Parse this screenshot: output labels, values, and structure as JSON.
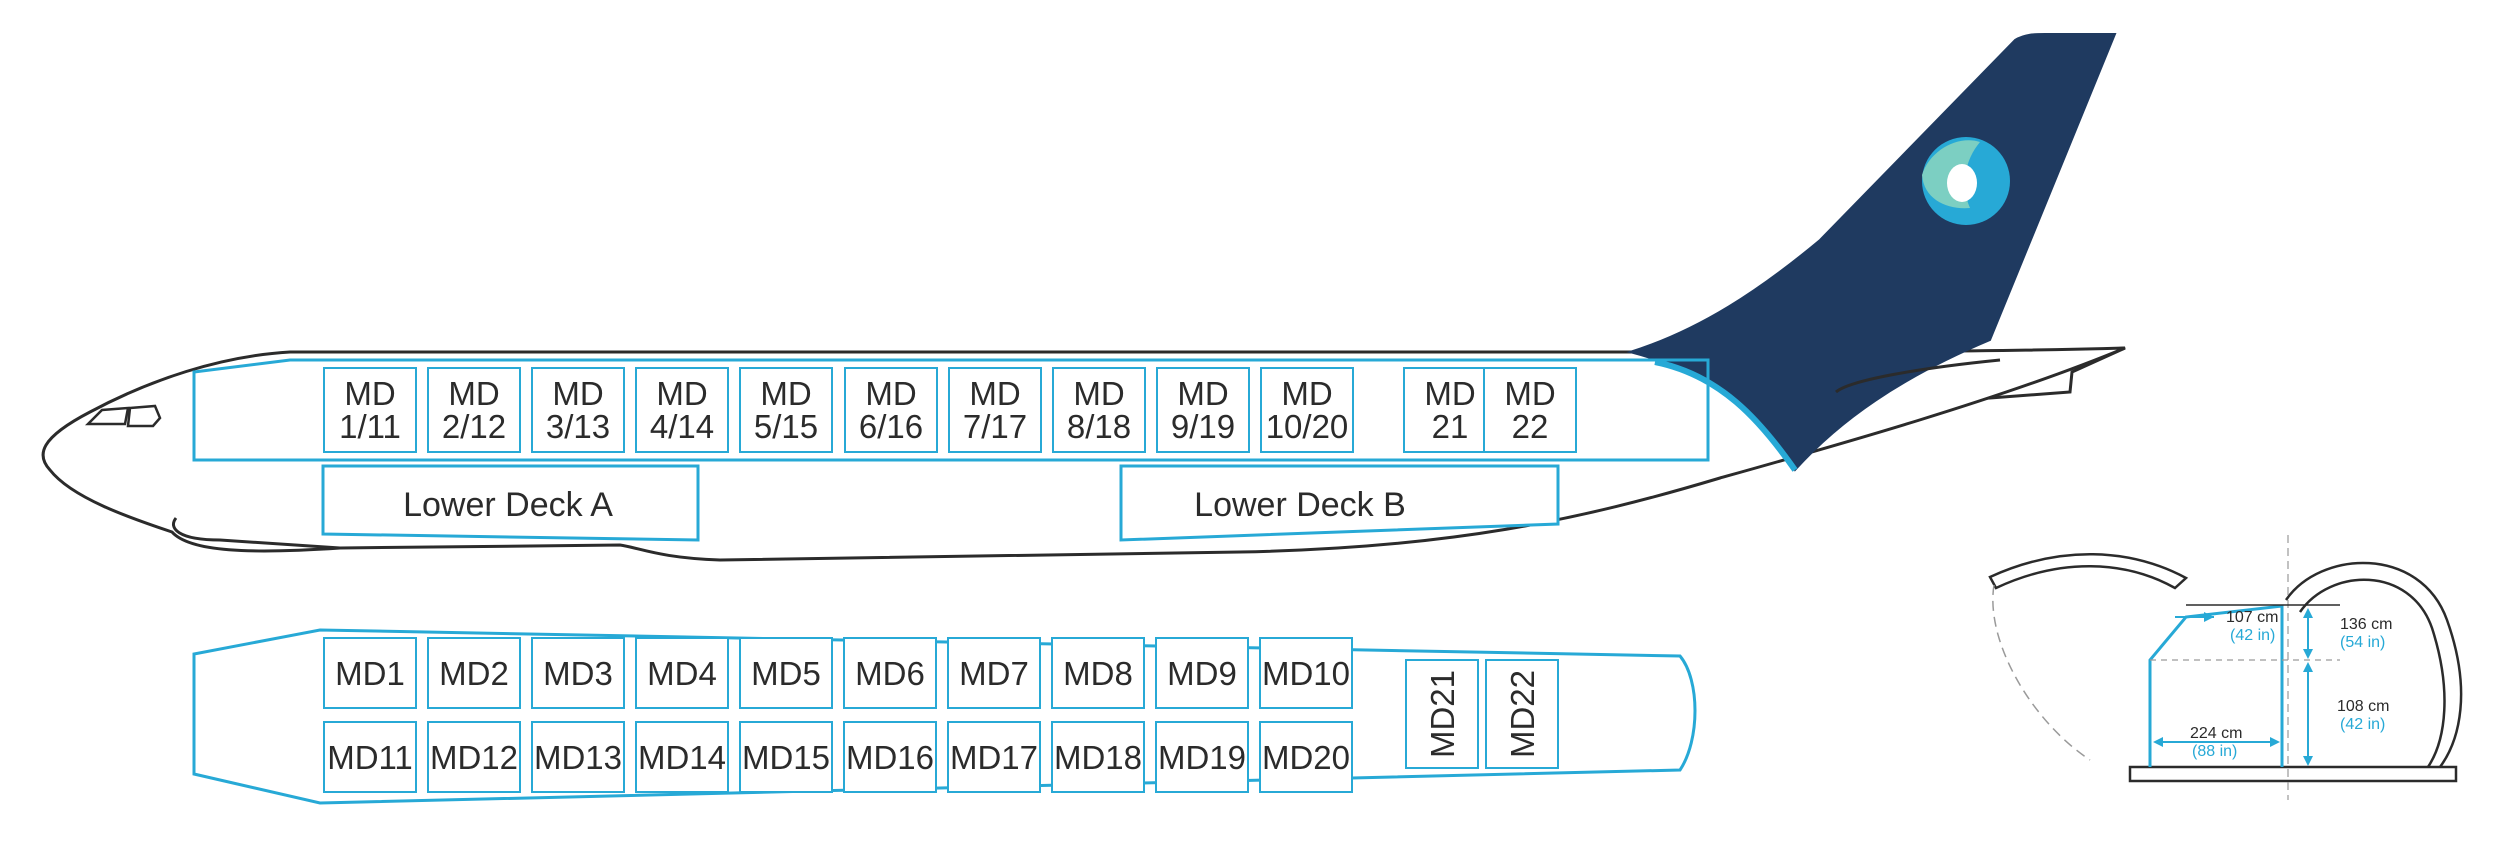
{
  "colors": {
    "accent": "#27a9d6",
    "tail_navy": "#1f3a60",
    "logo_teal": "#7ccfc2",
    "outline": "#2b2b2b"
  },
  "side_view": {
    "main_deck_slots": [
      [
        "MD",
        "1/11"
      ],
      [
        "MD",
        "2/12"
      ],
      [
        "MD",
        "3/13"
      ],
      [
        "MD",
        "4/14"
      ],
      [
        "MD",
        "5/15"
      ],
      [
        "MD",
        "6/16"
      ],
      [
        "MD",
        "7/17"
      ],
      [
        "MD",
        "8/18"
      ],
      [
        "MD",
        "9/19"
      ],
      [
        "MD",
        "10/20"
      ],
      [
        "MD",
        "21"
      ],
      [
        "MD",
        "22"
      ]
    ],
    "lower_deck_a": "Lower Deck A",
    "lower_deck_b": "Lower Deck B"
  },
  "top_view": {
    "row1": [
      "MD1",
      "MD2",
      "MD3",
      "MD4",
      "MD5",
      "MD6",
      "MD7",
      "MD8",
      "MD9",
      "MD10"
    ],
    "row2": [
      "MD11",
      "MD12",
      "MD13",
      "MD14",
      "MD15",
      "MD16",
      "MD17",
      "MD18",
      "MD19",
      "MD20"
    ],
    "rear": [
      "MD21",
      "MD22"
    ]
  },
  "cross_section": {
    "top_width_cm": "107 cm",
    "top_width_in": "(42 in)",
    "upper_height_cm": "136 cm",
    "upper_height_in": "(54 in)",
    "lower_height_cm": "108 cm",
    "lower_height_in": "(42 in)",
    "base_width_cm": "224 cm",
    "base_width_in": "(88 in)"
  }
}
